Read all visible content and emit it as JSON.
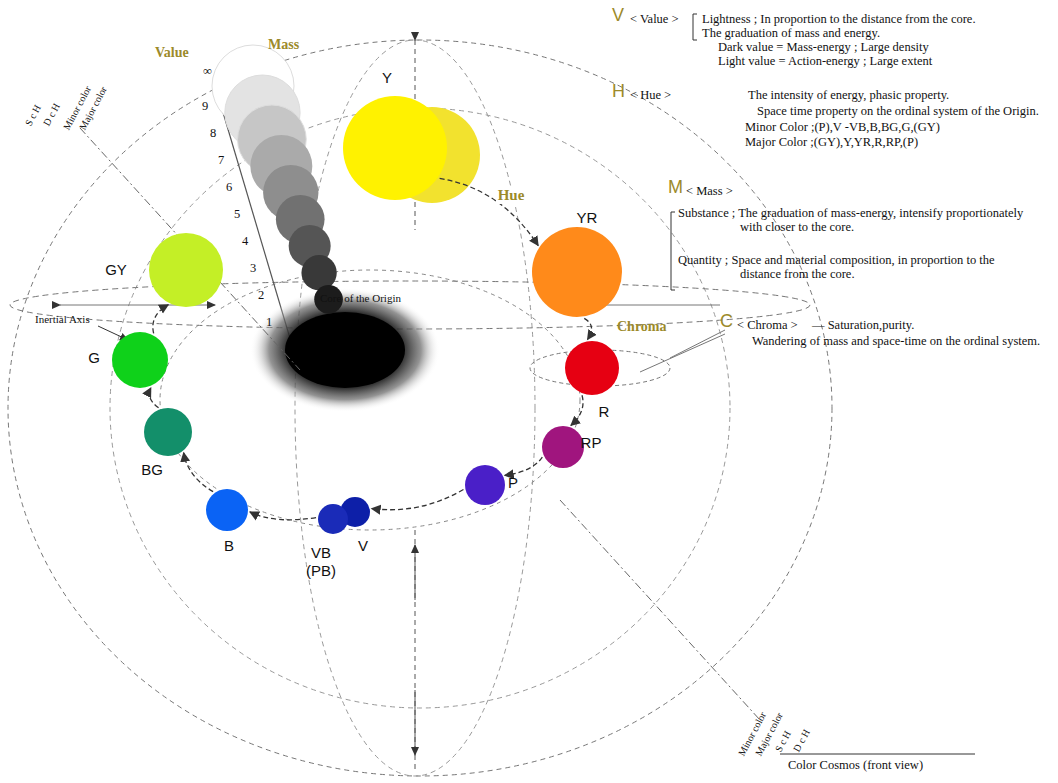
{
  "diagram": {
    "caption": "Color Cosmos (front view)",
    "nodes": [
      {
        "text": [
          "Y"
        ]
      },
      {
        "text": [
          "YR"
        ]
      },
      {
        "text": [
          "R"
        ]
      },
      {
        "text": [
          "RP"
        ]
      },
      {
        "text": [
          "P"
        ]
      },
      {
        "text": [
          "V"
        ]
      },
      {
        "text": [
          "VB",
          "(PB)"
        ]
      },
      {
        "text": [
          "B"
        ]
      },
      {
        "text": [
          "BG"
        ]
      },
      {
        "text": [
          "G"
        ]
      },
      {
        "text": [
          "GY"
        ]
      }
    ],
    "edges": [
      {
        "from": 0,
        "to": 1,
        "arrow": "to",
        "label": "Hue"
      },
      {
        "from": 1,
        "to": 2,
        "arrow": "to"
      },
      {
        "from": 2,
        "to": 3,
        "arrow": "to"
      },
      {
        "from": 3,
        "to": 4,
        "arrow": "to"
      },
      {
        "from": 4,
        "to": 5,
        "arrow": "to"
      },
      {
        "from": 6,
        "to": 7,
        "arrow": "to"
      },
      {
        "from": 7,
        "to": 8,
        "arrow": "to"
      },
      {
        "from": 8,
        "to": 9,
        "arrow": "to"
      },
      {
        "from": 9,
        "to": 10,
        "arrow": "to"
      }
    ],
    "labels": [
      "V",
      "< Value >",
      "Lightness ; In proportion to the distance from the core.",
      "The graduation of mass and energy.",
      "Dark value = Mass-energy ; Large density",
      "Light value = Action-energy ; Large extent",
      "H",
      "< Hue >",
      "The intensity of energy, phasic property.",
      "Space time property on the ordinal system of the Origin.",
      "Minor Color ;(P),V -VB,B,BG,G,(GY)",
      "Major Color ;(GY),Y,YR,R,RP,(P)",
      "M",
      "< Mass >",
      "Substance ; The graduation of mass-energy, intensify proportionately with closer to the core.",
      "Quantity ; Space and material composition, in proportion to the distance from the core.",
      "C",
      "< Chroma >",
      "— Saturation,purity.",
      "Wandering of mass and space-time on the ordinal system.",
      "Value",
      "∞",
      "9",
      "8",
      "7",
      "6",
      "5",
      "4",
      "3",
      "2",
      "1",
      "Mass",
      "Chroma",
      "Core of the Origin",
      "Inertial Axis",
      "S c H",
      "D c H",
      "Minor color",
      "Major color",
      "Minor color",
      "Major color",
      "S c H",
      "D c H"
    ]
  }
}
